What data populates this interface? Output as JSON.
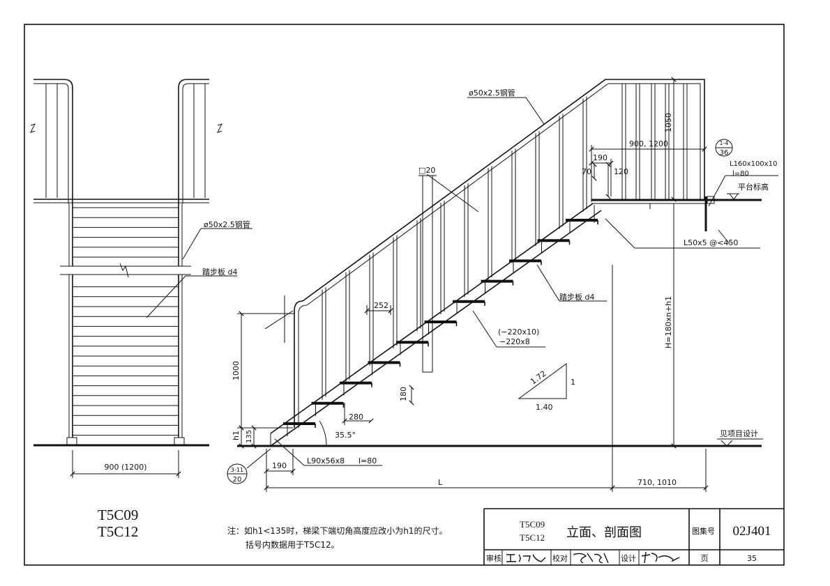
{
  "drawing": {
    "codes": [
      "T5C09",
      "T5C12"
    ],
    "title": "立面、剖面图",
    "atlas_label": "图集号",
    "atlas_no": "02J401",
    "page_label": "页",
    "page_no": "35",
    "review_label": "审核",
    "check_label": "校对",
    "design_label": "设计"
  },
  "note": {
    "line1": "注：如h1<135时，梯梁下端切角高度应改小为h1的尺寸。",
    "line2": "括号内数据用于T5C12。"
  },
  "plan": {
    "pipe_label": "ø50x2.5钢管",
    "tread_label": "踏步板 d4",
    "width_dim": "900 (1200)"
  },
  "elevation": {
    "pipe_label": "ø50x2.5钢管",
    "post_label": "□20",
    "tread_label": "踏步板 d4",
    "stringer_label_1": "(−220x10)",
    "stringer_label_2": "−220x8",
    "angle_top_label": "L160x100x10",
    "angle_top_len": "l=80",
    "platform_label": "平台标高",
    "angle_mid_label": "L50x5 @<450",
    "angle_bottom_label": "L90x56x8",
    "angle_bottom_len": "l=80",
    "project_label": "见项目设计",
    "dim_1050": "1050",
    "dim_top_width": "900, 1200",
    "dim_190_top": "190",
    "dim_70": "70",
    "dim_120": "120",
    "dim_252": "252",
    "dim_1000": "1000",
    "dim_180": "180",
    "dim_280": "280",
    "dim_h1": "h1",
    "dim_135": "135",
    "dim_angle": "35.5°",
    "dim_190_bottom": "190",
    "dim_L": "L",
    "dim_710": "710, 1010",
    "dim_H": "H=180xn+h1",
    "slope_hyp": "1.72",
    "slope_v": "1",
    "slope_h": "1.40",
    "detail_top_num": "1-4",
    "detail_top_page": "36",
    "detail_bot_num": "3-11",
    "detail_bot_page": "20"
  }
}
